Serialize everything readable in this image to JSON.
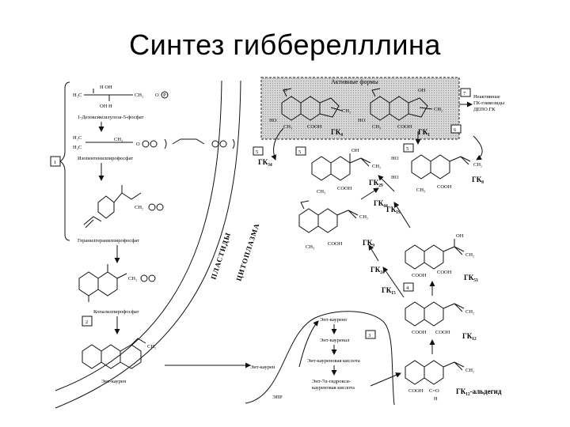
{
  "title": "Синтез гибберелллина",
  "top_box": {
    "header": "Активные формы"
  },
  "molecules": {
    "m1": {
      "label": "1-Дезоксиксилулоза-5-фосфат",
      "t1": "H₃C",
      "t2": "H  OH",
      "t3": "OH H",
      "t4": "CH₂",
      "t5": "O"
    },
    "m2": {
      "label": "Изопентенилпирофосфат",
      "t1": "H₂C",
      "t2": "H₃C",
      "t3": "CH₂",
      "t4": "O"
    },
    "m3": {
      "label": "Геранилгеранилпирофосфат",
      "t1": "CH₂"
    },
    "m4": {
      "label": "Копалилпирофосфат",
      "t1": "CH₂"
    },
    "m5": {
      "label": "Энт-каурен",
      "t1": "CH₂"
    }
  },
  "phosphate": "P",
  "ga": {
    "ga4": "ГК₄",
    "ga1": "ГК₁",
    "ga34": "ГК₃₄",
    "ga29": "ГК₂₉",
    "ga8": "ГК₈",
    "ga19": "ГК₁₉",
    "ga44": "ГК₄₄",
    "ga9": "ГК₉",
    "ga20": "ГК₂₀",
    "ga53": "ГК₅₃",
    "ga24": "ГК₂₄",
    "ga15": "ГК₁₅",
    "ga12": "ГК₁₂",
    "ga12ald": "ГК₁₂-альдегид"
  },
  "groups": {
    "cooh": "COOH",
    "ch3": "CH₃",
    "ch2": "CH₂",
    "oh": "OH",
    "ho": "HO",
    "o": "O",
    "cho1": "C=O",
    "cho2": "H"
  },
  "side_box": {
    "line1": "Неактивные",
    "line2": "ГК-гликозиды",
    "line3": "ДЕПО ГК"
  },
  "steps": [
    "1",
    "2",
    "3",
    "4",
    "5",
    "6",
    "7"
  ],
  "membranes": {
    "plastid": "ПЛАСТИДЫ",
    "cytoplasm": "ЦИТОПЛАЗМА",
    "er": "ЭПР"
  },
  "er_pathway": {
    "kaurene": "Энт-каурен",
    "p1": "Энт-каурено",
    "p2": "Энт-кауренал",
    "p3": "Энт-кауреновая кислота",
    "p4a": "Энт-7α-гидрокси-",
    "p4b": "кауреновая кислота"
  }
}
